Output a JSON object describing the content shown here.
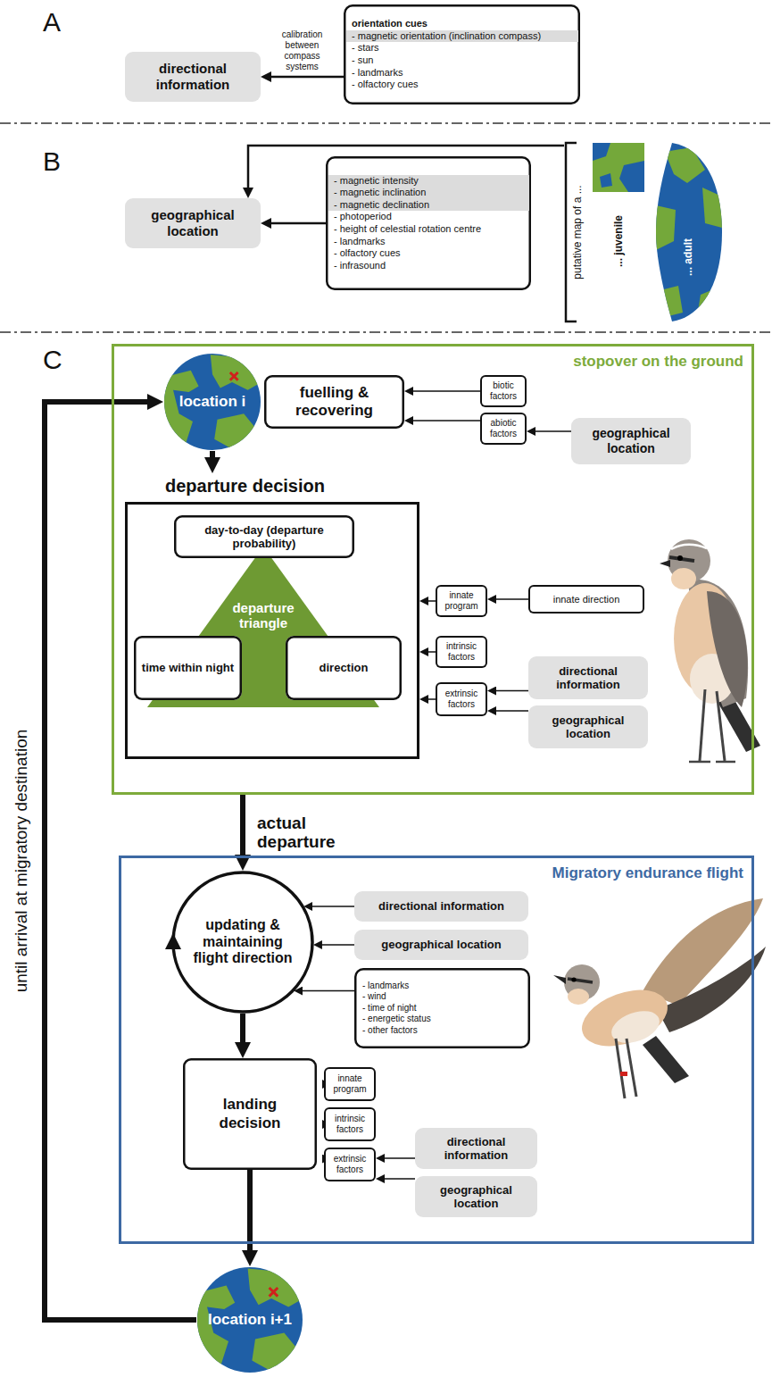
{
  "diagram": {
    "nodes": [
      {
        "text": [
          "directional information"
        ]
      },
      {
        "text": [
          "orientation cues",
          "- magnetic orientation (inclination compass)",
          "- stars",
          "- sun",
          "- landmarks",
          "- olfactory cues"
        ]
      },
      {
        "text": [
          "geographical location"
        ]
      },
      {
        "text": [
          "- magnetic intensity",
          "- magnetic inclination",
          "- magnetic declination",
          "- photoperiod",
          "- height of celestial rotation centre",
          "- landmarks",
          "- olfactory cues",
          "- infrasound"
        ]
      },
      {
        "text": [
          "putative map of a ..."
        ]
      },
      {
        "text": [
          "... juvenile"
        ]
      },
      {
        "text": [
          "... adult"
        ]
      },
      {
        "text": [
          "stopover on the ground"
        ]
      },
      {
        "text": [
          "location i"
        ],
        "in": 7
      },
      {
        "text": [
          "fuelling & recovering"
        ],
        "in": 7
      },
      {
        "text": [
          "biotic factors"
        ],
        "in": 7
      },
      {
        "text": [
          "abiotic factors"
        ],
        "in": 7
      },
      {
        "text": [
          "geographical location"
        ],
        "in": 7
      },
      {
        "text": [
          "departure decision"
        ],
        "in": 7
      },
      {
        "text": [
          "day-to-day (departure probability)"
        ],
        "in": 13
      },
      {
        "text": [
          "departure triangle"
        ],
        "in": 13
      },
      {
        "text": [
          "time within night"
        ],
        "in": 13
      },
      {
        "text": [
          "direction"
        ],
        "in": 13
      },
      {
        "text": [
          "innate program"
        ],
        "in": 7
      },
      {
        "text": [
          "innate direction"
        ],
        "in": 7
      },
      {
        "text": [
          "intrinsic factors"
        ],
        "in": 7
      },
      {
        "text": [
          "extrinsic factors"
        ],
        "in": 7
      },
      {
        "text": [
          "directional information"
        ],
        "in": 7
      },
      {
        "text": [
          "geographical location"
        ],
        "in": 7
      },
      {
        "text": [
          "Migratory endurance flight"
        ]
      },
      {
        "text": [
          "updating & maintaining flight direction"
        ],
        "in": 24
      },
      {
        "text": [
          "directional information"
        ],
        "in": 24
      },
      {
        "text": [
          "geographical location"
        ],
        "in": 24
      },
      {
        "text": [
          "- landmarks",
          "- wind",
          "- time of night",
          "- energetic status",
          "- other factors"
        ],
        "in": 24
      },
      {
        "text": [
          "landing decision"
        ],
        "in": 24
      },
      {
        "text": [
          "innate program"
        ],
        "in": 24
      },
      {
        "text": [
          "intrinsic factors"
        ],
        "in": 24
      },
      {
        "text": [
          "extrinsic factors"
        ],
        "in": 24
      },
      {
        "text": [
          "directional information"
        ],
        "in": 24
      },
      {
        "text": [
          "geographical location"
        ],
        "in": 24
      },
      {
        "text": [
          "location i+1"
        ]
      }
    ],
    "edges": [
      {
        "from": 1,
        "to": 0,
        "arrow": "to",
        "label": "calibration between compass systems"
      },
      {
        "from": 3,
        "to": 2,
        "arrow": "to"
      },
      {
        "from": 4,
        "to": 2,
        "arrow": "to"
      },
      {
        "from": 10,
        "to": 9,
        "arrow": "to"
      },
      {
        "from": 11,
        "to": 9,
        "arrow": "to"
      },
      {
        "from": 12,
        "to": 11,
        "arrow": "to"
      },
      {
        "from": 8,
        "to": 13,
        "arrow": "to"
      },
      {
        "from": 18,
        "to": 13,
        "arrow": "to"
      },
      {
        "from": 19,
        "to": 18,
        "arrow": "to"
      },
      {
        "from": 20,
        "to": 13,
        "arrow": "to"
      },
      {
        "from": 21,
        "to": 13,
        "arrow": "to"
      },
      {
        "from": 22,
        "to": 21,
        "arrow": "to"
      },
      {
        "from": 23,
        "to": 21,
        "arrow": "to"
      },
      {
        "from": 7,
        "to": 25,
        "arrow": "to",
        "label": "actual departure"
      },
      {
        "from": 26,
        "to": 25,
        "arrow": "to"
      },
      {
        "from": 27,
        "to": 25,
        "arrow": "to"
      },
      {
        "from": 28,
        "to": 25,
        "arrow": "to"
      },
      {
        "from": 25,
        "to": 29,
        "arrow": "to"
      },
      {
        "from": 30,
        "to": 29,
        "arrow": "to"
      },
      {
        "from": 31,
        "to": 29,
        "arrow": "to"
      },
      {
        "from": 32,
        "to": 29,
        "arrow": "to"
      },
      {
        "from": 33,
        "to": 32,
        "arrow": "to"
      },
      {
        "from": 34,
        "to": 32,
        "arrow": "to"
      },
      {
        "from": 29,
        "to": 35,
        "arrow": "to"
      },
      {
        "from": 35,
        "to": 8,
        "arrow": "to",
        "label": "until arrival at migratory destination"
      }
    ],
    "labels": [
      "A",
      "B",
      "C"
    ]
  }
}
